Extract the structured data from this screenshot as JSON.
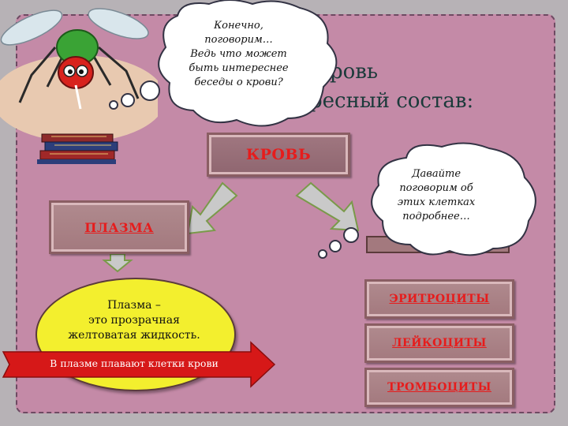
{
  "title": {
    "line1_visible": "ровь",
    "line2_visible": "ресный состав:"
  },
  "boxes": {
    "blood": "КРОВЬ",
    "plasma": "ПЛАЗМА",
    "erythrocytes": "ЭРИТРОЦИТЫ",
    "leukocytes": "ЛЕЙКОЦИТЫ",
    "platelets": "ТРОМБОЦИТЫ"
  },
  "plasma_definition": {
    "line1": "Плазма –",
    "line2": "это прозрачная",
    "line3": "желтоватая жидкость."
  },
  "banner": "В плазме плавают клетки крови",
  "mosquito_bubble": {
    "line1": "Конечно,",
    "line2": "поговорим…",
    "line3": "Ведь что может",
    "line4": "быть интереснее",
    "line5": "беседы о крови?"
  },
  "cells_bubble": {
    "line1": "Давайте",
    "line2": "поговорим об",
    "line3": "этих клетках",
    "line4": "подробнее…"
  },
  "colors": {
    "background": "#c48aa7",
    "box_fill": "#a3797e",
    "label_red": "#e61c1c",
    "ellipse_yellow": "#f3ef2e",
    "banner_red": "#d61818",
    "arrow_gray": "#c9c9c9",
    "arrow_border": "#7a9a4a"
  }
}
